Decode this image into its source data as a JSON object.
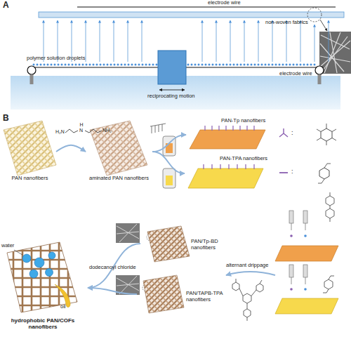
{
  "diagram": {
    "nodes": [
      {
        "text": [
          "PAN nanofibers"
        ]
      },
      {
        "text": [
          "aminated PAN nanofibers"
        ]
      },
      {
        "text": [
          "PAN-Tp nanofibers"
        ]
      },
      {
        "text": [
          "PAN-TPA nanofibers"
        ]
      },
      {
        "text": [
          "PAN/Tp-BD nanofibers"
        ]
      },
      {
        "text": [
          "PAN/TAPB-TPA nanofibers"
        ]
      },
      {
        "text": [
          "hydrophobic PAN/COFs nanofibers"
        ]
      }
    ],
    "edges": [
      {
        "from": 0,
        "to": 1,
        "arrow": "to"
      },
      {
        "from": 1,
        "to": 2,
        "arrow": "to"
      },
      {
        "from": 1,
        "to": 3,
        "arrow": "to"
      },
      {
        "from": 4,
        "to": 6,
        "arrow": "to"
      },
      {
        "from": 5,
        "to": 6,
        "arrow": "to"
      }
    ],
    "labels": [
      "A",
      "electrode wire",
      "non-woven fabrics",
      "polymer solution droplets",
      "electrode wire",
      "reciprocating motion",
      "B",
      "H₂N",
      "N",
      "H",
      "NH₂",
      "water",
      "oil",
      "dodecanoyl chloride",
      "alternant drippage",
      ":",
      ":"
    ]
  }
}
